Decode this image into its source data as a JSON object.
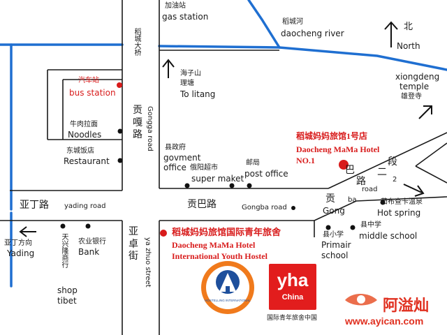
{
  "colors": {
    "road": "#1a1a1a",
    "river": "#1f6fd1",
    "accent": "#d81b1b",
    "hostel_orange": "#f07a1c",
    "yha_red": "#e21d1d",
    "brand": "#e03020"
  },
  "labels": {
    "gas_cn": "加油站",
    "gas_en": "gas station",
    "river_cn": "稻城河",
    "river_en": "daocheng river",
    "north_cn": "北",
    "north_en": "North",
    "bridge_cn": "稻城大桥",
    "litang_cn1": "海子山",
    "litang_cn2": "理塘",
    "litang_en": "To litang",
    "xiongdeng_en1": "xiongdeng",
    "xiongdeng_en2": "temple",
    "xiongdeng_cn": "雄登寺",
    "bus_cn": "汽车站",
    "bus_en": "bus station",
    "noodle_cn": "牛肉拉面",
    "noodle_en": "Noodles",
    "restaurant_cn": "东城饭店",
    "restaurant_en": "Restaurant",
    "gongga_cn": "贡嘎路",
    "gongga_en": "Gongga road",
    "gov_cn": "县政府",
    "gov_en1": "govment",
    "gov_en2": "office",
    "supermarket_cn": "俄阳超市",
    "supermarket_en": "super maket",
    "post_cn": "邮局",
    "post_en": "post office",
    "hotel1_cn": "稻城妈妈旅馆1号店",
    "hotel1_en1": "Daocheng MaMa Hotel",
    "hotel1_en2": "NO.1",
    "duan_cn": "段",
    "er_cn": "二",
    "num2": "2",
    "yading_cn": "亚丁路",
    "yading_en": "yading road",
    "gongba_cn": "贡巴路",
    "gongba_en": "Gongba road",
    "gong_cn": "贡",
    "gong_en": "Gong",
    "ba_cn": "巴",
    "ba_en": "ba",
    "lu_cn": "路",
    "road_en": "road",
    "hotspring_cn": "茹布查卡温泉",
    "hotspring_en": "Hot spring",
    "yading_dir_cn": "亚丁方向",
    "yading_dir_en": "Yading",
    "tianxing_cn": "天兴隆商行",
    "tianxing_en1": "shop",
    "tianxing_en2": "tibet",
    "bank_cn": "农业银行",
    "bank_en": "Bank",
    "yazhuo_cn": "亚卓街",
    "yazhuo_en": "ya zhuo street",
    "hotel2_cn": "稻城妈妈旅馆国际青年旅舍",
    "hotel2_en1": "Daocheng MaMa Hotel",
    "hotel2_en2": "International Youth Hostel",
    "primary_cn": "县小学",
    "primary_en1": "Primair",
    "primary_en2": "school",
    "middle_cn": "县中学",
    "middle_en": "middle school",
    "hi_logo_en": "HOSTELLING INTERNATIONAL",
    "yha_logo": "yha",
    "yha_logo_sub": "China",
    "yha_caption": "国际青年旅舍中国",
    "brand_name": "阿溢灿",
    "brand_url": "www.ayican.com"
  }
}
